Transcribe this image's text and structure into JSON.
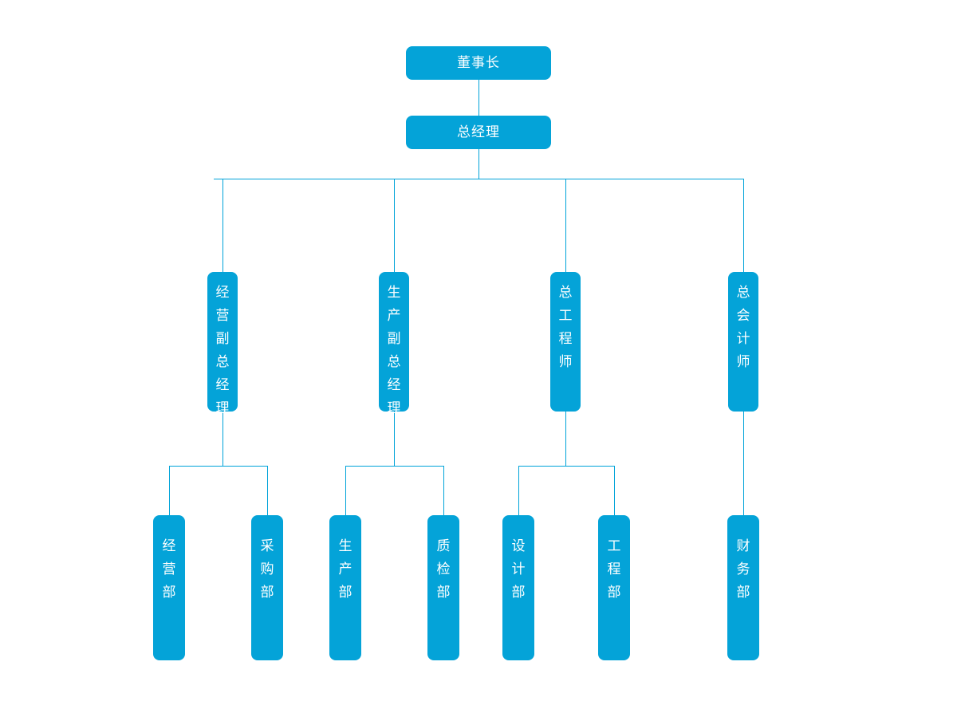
{
  "chart_title": "",
  "theme": {
    "node_fill": "#04A3D8",
    "line_color": "#00A3D9",
    "text_color": "#FFFFFF",
    "background": "#FFFFFF"
  },
  "nodes": {
    "chairman": {
      "label": "董事长",
      "level": 1,
      "orientation": "horizontal"
    },
    "general_manager": {
      "label": "总经理",
      "level": 1,
      "orientation": "horizontal"
    },
    "vp_operations": {
      "label": "经营副总经理",
      "level": 2,
      "orientation": "vertical"
    },
    "vp_production": {
      "label": "生产副总经理",
      "level": 2,
      "orientation": "vertical"
    },
    "chief_engineer": {
      "label": "总工程师",
      "level": 2,
      "orientation": "vertical"
    },
    "chief_accountant": {
      "label": "总会计师",
      "level": 2,
      "orientation": "vertical"
    },
    "dept_operations": {
      "label": "经营部",
      "level": 3,
      "orientation": "vertical"
    },
    "dept_purchasing": {
      "label": "采购部",
      "level": 3,
      "orientation": "vertical"
    },
    "dept_production": {
      "label": "生产部",
      "level": 3,
      "orientation": "vertical"
    },
    "dept_quality": {
      "label": "质检部",
      "level": 3,
      "orientation": "vertical"
    },
    "dept_design": {
      "label": "设计部",
      "level": 3,
      "orientation": "vertical"
    },
    "dept_engineering": {
      "label": "工程部",
      "level": 3,
      "orientation": "vertical"
    },
    "dept_finance": {
      "label": "财务部",
      "level": 3,
      "orientation": "vertical"
    }
  },
  "hierarchy": {
    "root": "chairman",
    "edges": [
      {
        "from": "chairman",
        "to": "general_manager"
      },
      {
        "from": "general_manager",
        "to": "vp_operations"
      },
      {
        "from": "general_manager",
        "to": "vp_production"
      },
      {
        "from": "general_manager",
        "to": "chief_engineer"
      },
      {
        "from": "general_manager",
        "to": "chief_accountant"
      },
      {
        "from": "vp_operations",
        "to": "dept_operations"
      },
      {
        "from": "vp_operations",
        "to": "dept_purchasing"
      },
      {
        "from": "vp_production",
        "to": "dept_production"
      },
      {
        "from": "vp_production",
        "to": "dept_quality"
      },
      {
        "from": "chief_engineer",
        "to": "dept_design"
      },
      {
        "from": "chief_engineer",
        "to": "dept_engineering"
      },
      {
        "from": "chief_accountant",
        "to": "dept_finance"
      }
    ]
  }
}
